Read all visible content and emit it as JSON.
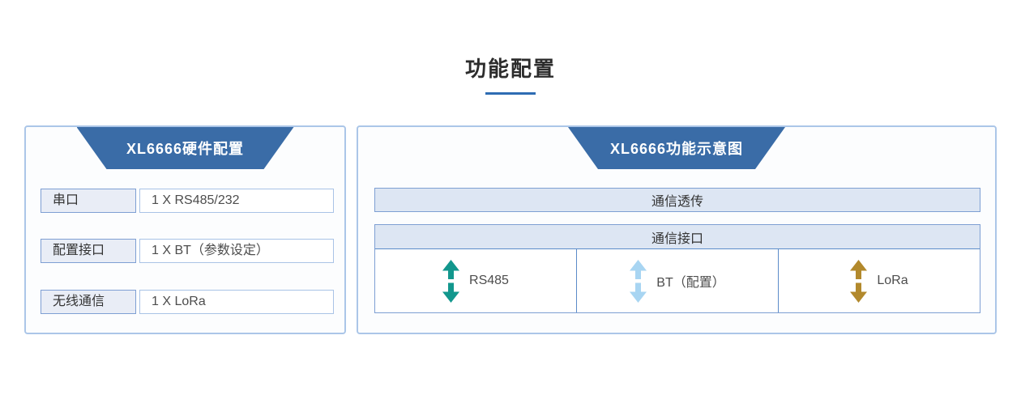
{
  "page": {
    "title": "功能配置"
  },
  "colors": {
    "title_underline": "#2e6cb3",
    "trapezoid_blue": "#3a6ca7",
    "panel_border": "#abc6e8",
    "box_border_dark": "#7e9fd3",
    "box_border_light": "#a9c3e6",
    "label_bg": "#e9edf6",
    "bar_bg": "#dde6f3"
  },
  "left_panel": {
    "header": "XL6666硬件配置",
    "rows": [
      {
        "label": "串口",
        "value": "1 X RS485/232"
      },
      {
        "label": "配置接口",
        "value": "1 X BT（参数设定）"
      },
      {
        "label": "无线通信",
        "value": "1 X LoRa"
      }
    ]
  },
  "right_panel": {
    "header": "XL6666功能示意图",
    "top_bar": "通信透传",
    "table_header": "通信接口",
    "cells": [
      {
        "label": "RS485",
        "arrow_color": "#12978d"
      },
      {
        "label": "BT（配置）",
        "arrow_color": "#a8d5f2"
      },
      {
        "label": "LoRa",
        "arrow_color": "#b2892c"
      }
    ]
  }
}
